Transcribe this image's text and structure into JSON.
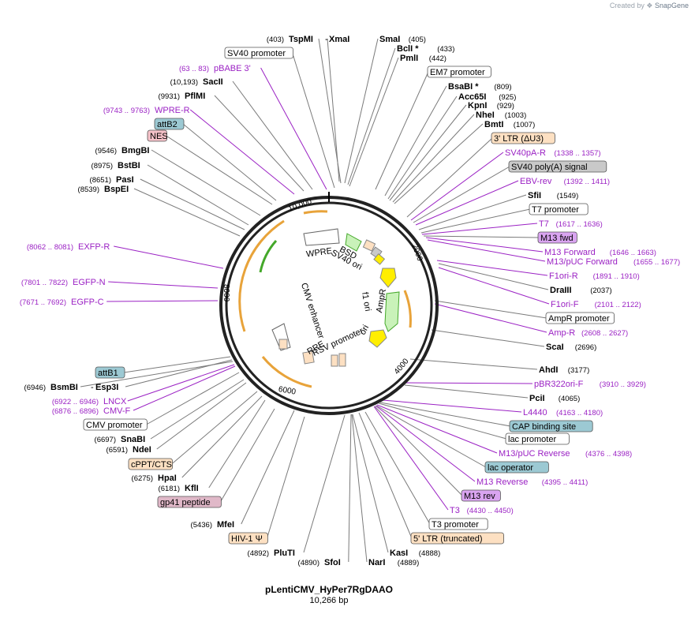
{
  "branding": {
    "prefix": "Created by",
    "name": "SnapGene"
  },
  "plasmid": {
    "name": "pLentiCMV_HyPer7RgDAAO",
    "length_label": "10,266 bp"
  },
  "ticks": [
    "10,000",
    "2000",
    "4000",
    "6000",
    "8000"
  ],
  "colors": {
    "site": "#000000",
    "primer": "#9b22c4",
    "feature_line": "#888888",
    "orange": "#e8a33a",
    "orange_fill": "#fde0c2",
    "green": "#44a82a",
    "green_fill": "#c9f2b9",
    "yellow": "#ffee00",
    "teal_fill": "#9cc9d3",
    "pink_fill": "#f5c1c8",
    "purple_fill": "#d9a4f0",
    "grey_fill": "#c9c9c9",
    "gp41_fill": "#e0b8c8"
  },
  "labels": [
    {
      "id": "l1",
      "text": "TspMI",
      "pos": "(403)",
      "kind": "site"
    },
    {
      "id": "l2",
      "text": "XmaI",
      "kind": "site"
    },
    {
      "id": "l3",
      "text": "SmaI",
      "pos": "(405)",
      "kind": "site"
    },
    {
      "id": "l4",
      "text": "BclI *",
      "pos": "(433)",
      "kind": "site"
    },
    {
      "id": "l5",
      "text": "PmlI",
      "pos": "(442)",
      "kind": "site"
    },
    {
      "id": "l6",
      "text": "EM7 promoter",
      "kind": "box"
    },
    {
      "id": "l7",
      "text": "BsaBI *",
      "pos": "(809)",
      "kind": "site"
    },
    {
      "id": "l8",
      "text": "Acc65I",
      "pos": "(925)",
      "kind": "site"
    },
    {
      "id": "l9",
      "text": "KpnI",
      "pos": "(929)",
      "kind": "site"
    },
    {
      "id": "l10",
      "text": "NheI",
      "pos": "(1003)",
      "kind": "site"
    },
    {
      "id": "l11",
      "text": "BmtI",
      "pos": "(1007)",
      "kind": "site"
    },
    {
      "id": "l12",
      "text": "3' LTR (ΔU3)",
      "kind": "orange"
    },
    {
      "id": "l13",
      "text": "SV40pA-R",
      "pos": "(1338 .. 1357)",
      "kind": "primer"
    },
    {
      "id": "l14",
      "text": "SV40 poly(A) signal",
      "kind": "grey"
    },
    {
      "id": "l15",
      "text": "EBV-rev",
      "pos": "(1392 .. 1411)",
      "kind": "primer"
    },
    {
      "id": "l16",
      "text": "SfiI",
      "pos": "(1549)",
      "kind": "site"
    },
    {
      "id": "l17",
      "text": "T7 promoter",
      "kind": "box"
    },
    {
      "id": "l18",
      "text": "T7",
      "pos": "(1617 .. 1636)",
      "kind": "primer"
    },
    {
      "id": "l19",
      "text": "M13 fwd",
      "kind": "purple"
    },
    {
      "id": "l20",
      "text": "M13 Forward",
      "pos": "(1646 .. 1663)",
      "kind": "primer"
    },
    {
      "id": "l21",
      "text": "M13/pUC Forward",
      "pos": "(1655 .. 1677)",
      "kind": "primer"
    },
    {
      "id": "l22",
      "text": "F1ori-R",
      "pos": "(1891 .. 1910)",
      "kind": "primer"
    },
    {
      "id": "l23",
      "text": "DraIII",
      "pos": "(2037)",
      "kind": "site"
    },
    {
      "id": "l24",
      "text": "F1ori-F",
      "pos": "(2101 .. 2122)",
      "kind": "primer"
    },
    {
      "id": "l25",
      "text": "AmpR promoter",
      "kind": "box"
    },
    {
      "id": "l26",
      "text": "Amp-R",
      "pos": "(2608 .. 2627)",
      "kind": "primer"
    },
    {
      "id": "l27",
      "text": "ScaI",
      "pos": "(2696)",
      "kind": "site"
    },
    {
      "id": "l28",
      "text": "AhdI",
      "pos": "(3177)",
      "kind": "site"
    },
    {
      "id": "l29",
      "text": "pBR322ori-F",
      "pos": "(3910 .. 3929)",
      "kind": "primer"
    },
    {
      "id": "l30",
      "text": "PciI",
      "pos": "(4065)",
      "kind": "site"
    },
    {
      "id": "l31",
      "text": "L4440",
      "pos": "(4163 .. 4180)",
      "kind": "primer"
    },
    {
      "id": "l32",
      "text": "CAP binding site",
      "kind": "teal"
    },
    {
      "id": "l33",
      "text": "lac promoter",
      "kind": "box"
    },
    {
      "id": "l34",
      "text": "M13/pUC Reverse",
      "pos": "(4376 .. 4398)",
      "kind": "primer"
    },
    {
      "id": "l35",
      "text": "lac operator",
      "kind": "teal"
    },
    {
      "id": "l36",
      "text": "M13 Reverse",
      "pos": "(4395 .. 4411)",
      "kind": "primer"
    },
    {
      "id": "l37",
      "text": "M13 rev",
      "kind": "purple"
    },
    {
      "id": "l38",
      "text": "T3",
      "pos": "(4430 .. 4450)",
      "kind": "primer"
    },
    {
      "id": "l39",
      "text": "T3 promoter",
      "kind": "box"
    },
    {
      "id": "l40",
      "text": "5' LTR (truncated)",
      "kind": "orange"
    },
    {
      "id": "l41",
      "text": "KasI",
      "pos": "(4888)",
      "kind": "site"
    },
    {
      "id": "l42",
      "text": "NarI",
      "pos": "(4889)",
      "kind": "site"
    },
    {
      "id": "l43",
      "text": "SfoI",
      "pos": "(4890)",
      "kind": "site"
    },
    {
      "id": "l44",
      "text": "PluTI",
      "pos": "(4892)",
      "kind": "site"
    },
    {
      "id": "l45",
      "text": "HIV-1 Ψ",
      "kind": "orange"
    },
    {
      "id": "l46",
      "text": "MfeI",
      "pos": "(5436)",
      "kind": "site"
    },
    {
      "id": "l47",
      "text": "gp41 peptide",
      "kind": "gp41"
    },
    {
      "id": "l48",
      "text": "KflI",
      "pos": "(6181)",
      "kind": "site"
    },
    {
      "id": "l49",
      "text": "HpaI",
      "pos": "(6275)",
      "kind": "site"
    },
    {
      "id": "l50",
      "text": "cPPT/CTS",
      "kind": "orange"
    },
    {
      "id": "l51",
      "text": "NdeI",
      "pos": "(6591)",
      "kind": "site"
    },
    {
      "id": "l52",
      "text": "SnaBI",
      "pos": "(6697)",
      "kind": "site"
    },
    {
      "id": "l53",
      "text": "CMV promoter",
      "kind": "box"
    },
    {
      "id": "l54",
      "text": "CMV-F",
      "pos": "(6876 .. 6896)",
      "kind": "primer"
    },
    {
      "id": "l55",
      "text": "LNCX",
      "pos": "(6922 .. 6946)",
      "kind": "primer"
    },
    {
      "id": "l56",
      "text": "BsmBI",
      "pos": "(6946)",
      "kind": "site"
    },
    {
      "id": "l57",
      "text": "Esp3I",
      "kind": "site"
    },
    {
      "id": "l58",
      "text": "attB1",
      "kind": "teal"
    },
    {
      "id": "l59",
      "text": "EGFP-C",
      "pos": "(7671 .. 7692)",
      "kind": "primer"
    },
    {
      "id": "l60",
      "text": "EGFP-N",
      "pos": "(7801 .. 7822)",
      "kind": "primer"
    },
    {
      "id": "l61",
      "text": "EXFP-R",
      "pos": "(8062 .. 8081)",
      "kind": "primer"
    },
    {
      "id": "l62",
      "text": "BspEI",
      "pos": "(8539)",
      "kind": "site"
    },
    {
      "id": "l63",
      "text": "PasI",
      "pos": "(8651)",
      "kind": "site"
    },
    {
      "id": "l64",
      "text": "BstBI",
      "pos": "(8975)",
      "kind": "site"
    },
    {
      "id": "l65",
      "text": "BmgBI",
      "pos": "(9546)",
      "kind": "site"
    },
    {
      "id": "l66",
      "text": "NES",
      "kind": "pink"
    },
    {
      "id": "l67",
      "text": "attB2",
      "kind": "teal"
    },
    {
      "id": "l68",
      "text": "WPRE-R",
      "pos": "(9743 .. 9763)",
      "kind": "primer"
    },
    {
      "id": "l69",
      "text": "PflMI",
      "pos": "(9931)",
      "kind": "site"
    },
    {
      "id": "l70",
      "text": "SacII",
      "pos": "(10,193)",
      "kind": "site"
    },
    {
      "id": "l71",
      "text": "pBABE 3'",
      "pos": "(63 .. 83)",
      "kind": "primer"
    },
    {
      "id": "l72",
      "text": "SV40 promoter",
      "kind": "box"
    }
  ],
  "inner_features": [
    {
      "id": "f1",
      "text": "WPRE"
    },
    {
      "id": "f2",
      "text": "BSD"
    },
    {
      "id": "f3",
      "text": "SV40 ori"
    },
    {
      "id": "f4",
      "text": "f1 ori"
    },
    {
      "id": "f5",
      "text": "AmpR"
    },
    {
      "id": "f6",
      "text": "ori"
    },
    {
      "id": "f7",
      "text": "RSV promoter"
    },
    {
      "id": "f8",
      "text": "RRE"
    },
    {
      "id": "f9",
      "text": "CMV enhancer"
    }
  ]
}
